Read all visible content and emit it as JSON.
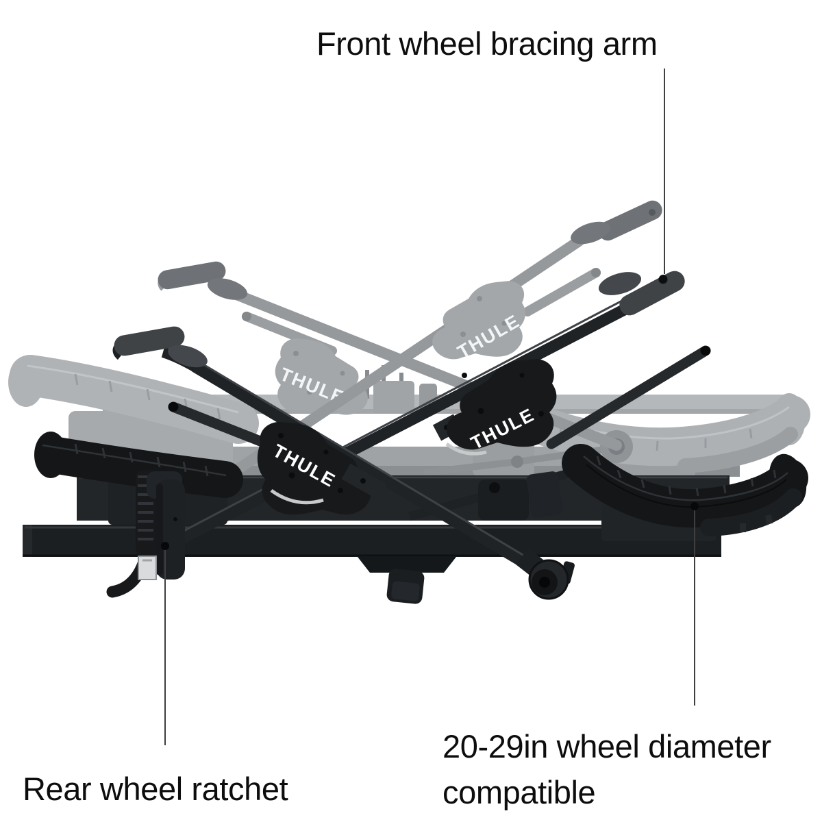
{
  "page": {
    "background": "#ffffff"
  },
  "diagram": {
    "brand": "THULE",
    "labels": {
      "front_arm": "Front wheel bracing arm",
      "rear_ratchet": "Rear wheel ratchet",
      "wheel_compat_line1": "20-29in wheel diameter",
      "wheel_compat_line2": "compatible"
    },
    "colors": {
      "product_black": "#17191b",
      "hook_pad_gray": "#3f4346",
      "ghost_gray": "#a3a7aa",
      "buckle_silver": "#d9dbdc",
      "label_text": "#0d0d0d",
      "leader_line": "#3f3f3f"
    }
  }
}
